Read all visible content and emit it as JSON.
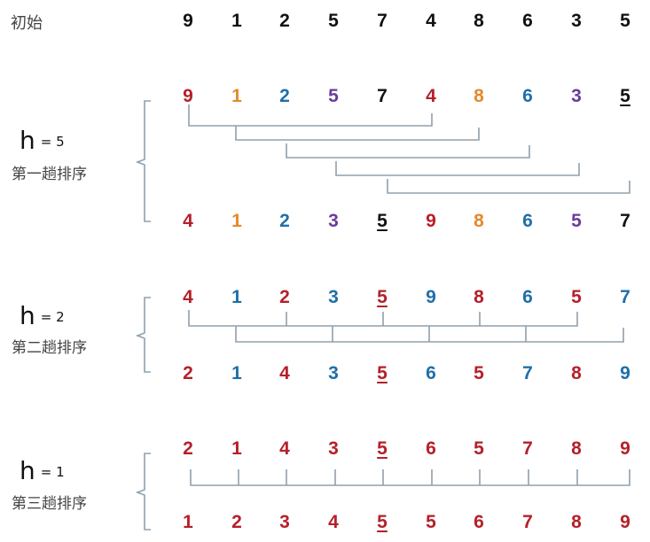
{
  "colors": {
    "black": "#111111",
    "red": "#b5202a",
    "orange": "#e38a2e",
    "blue": "#1f6fa8",
    "purple": "#6a3d9a",
    "line": "#8fa0ad"
  },
  "initial": {
    "label": "初始",
    "values": [
      "9",
      "1",
      "2",
      "5",
      "7",
      "4",
      "8",
      "6",
      "3",
      "5"
    ]
  },
  "passes": [
    {
      "h_symbol": "h",
      "h_value": "= 5",
      "label": "第一趟排序",
      "before": [
        "9",
        "1",
        "2",
        "5",
        "7",
        "4",
        "8",
        "6",
        "3",
        "5"
      ],
      "after": [
        "4",
        "1",
        "2",
        "3",
        "5",
        "9",
        "8",
        "6",
        "5",
        "7"
      ]
    },
    {
      "h_symbol": "h",
      "h_value": "= 2",
      "label": "第二趟排序",
      "before": [
        "4",
        "1",
        "2",
        "3",
        "5",
        "9",
        "8",
        "6",
        "5",
        "7"
      ],
      "after": [
        "2",
        "1",
        "4",
        "3",
        "5",
        "6",
        "5",
        "7",
        "8",
        "9"
      ]
    },
    {
      "h_symbol": "h",
      "h_value": "= 1",
      "label": "第三趟排序",
      "before": [
        "2",
        "1",
        "4",
        "3",
        "5",
        "6",
        "5",
        "7",
        "8",
        "9"
      ],
      "after": [
        "1",
        "2",
        "3",
        "4",
        "5",
        "5",
        "6",
        "7",
        "8",
        "9"
      ]
    }
  ]
}
